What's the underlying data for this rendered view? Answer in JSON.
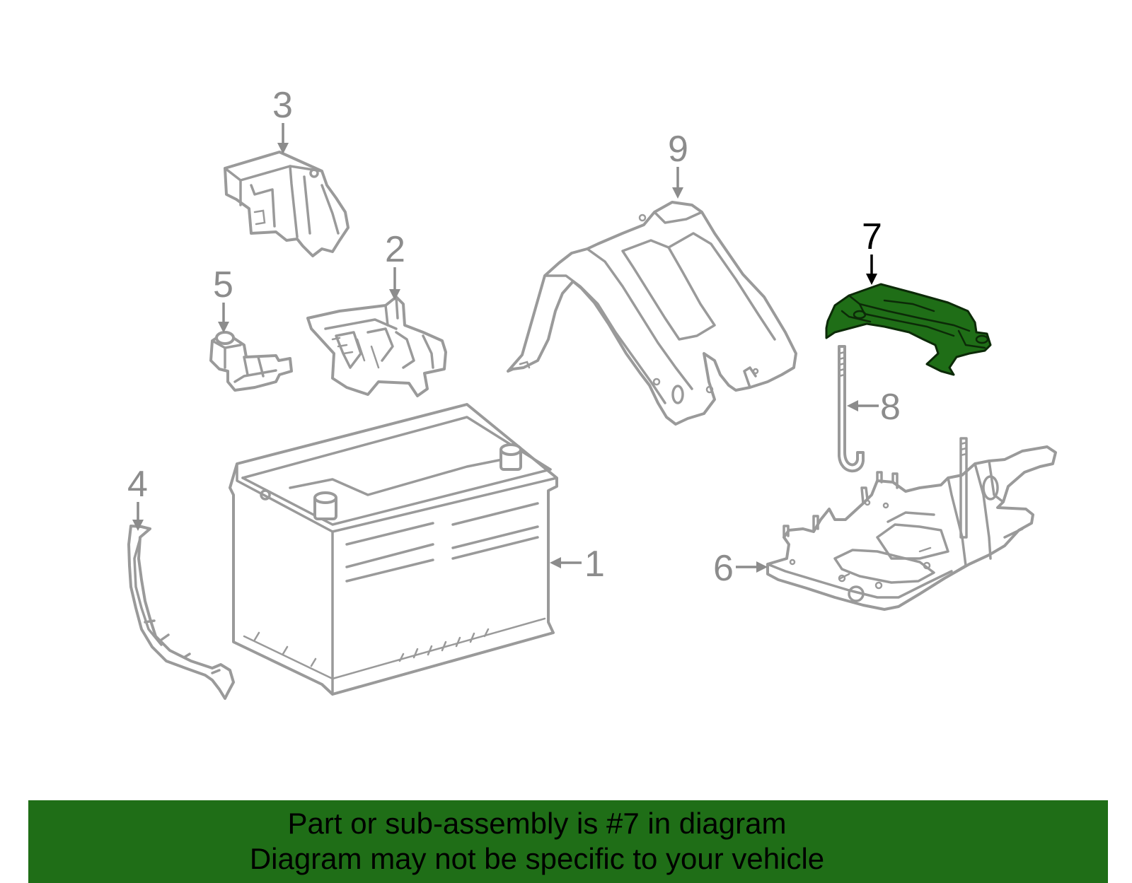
{
  "callouts": {
    "c1": "1",
    "c2": "2",
    "c3": "3",
    "c4": "4",
    "c5": "5",
    "c6": "6",
    "c7": "7",
    "c8": "8",
    "c9": "9"
  },
  "highlight": {
    "part_number": "7",
    "color": "#1f6e17"
  },
  "banner": {
    "line1": "Part or sub-assembly is #7 in diagram",
    "line2": "Diagram may not be specific to your vehicle",
    "background": "#1f6e17"
  }
}
